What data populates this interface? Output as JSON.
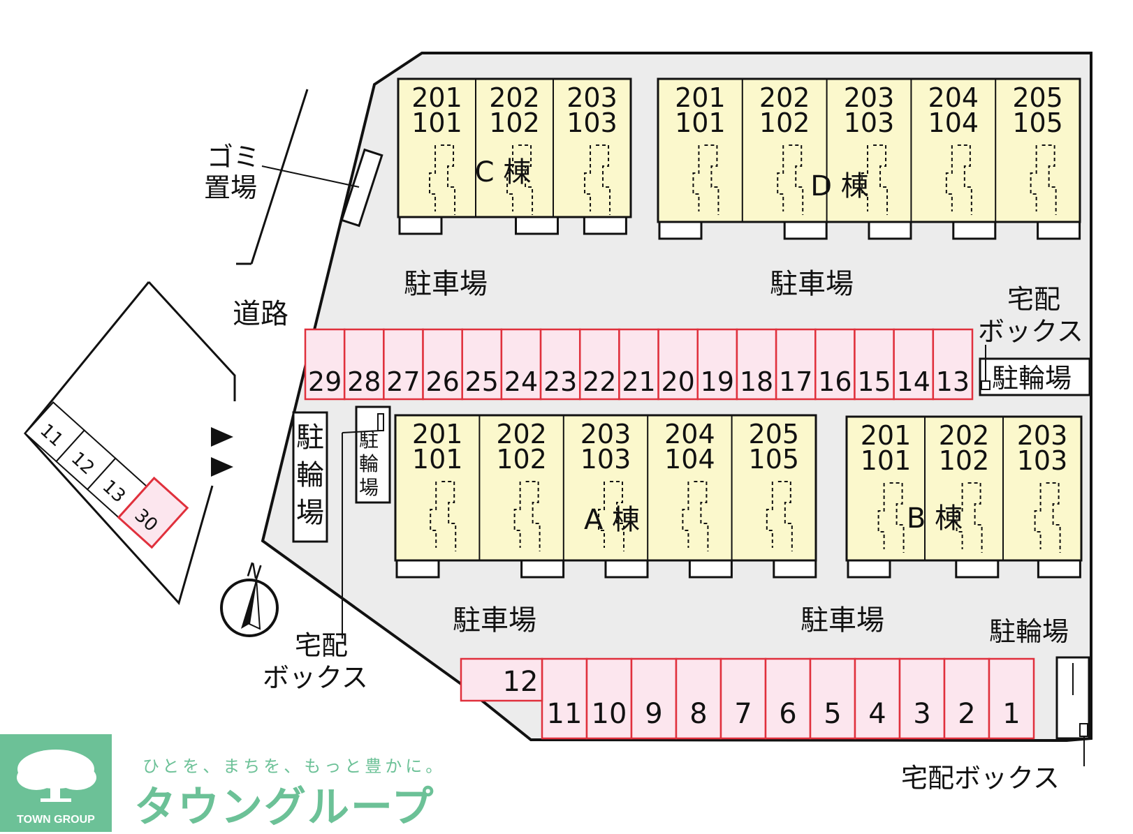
{
  "map": {
    "buildings": [
      {
        "id": "C",
        "label": "C 棟",
        "upper": [
          "201",
          "202",
          "203"
        ],
        "lower": [
          "101",
          "102",
          "103"
        ]
      },
      {
        "id": "D",
        "label": "D 棟",
        "upper": [
          "201",
          "202",
          "203",
          "204",
          "205"
        ],
        "lower": [
          "101",
          "102",
          "103",
          "104",
          "105"
        ]
      },
      {
        "id": "A",
        "label": "A 棟",
        "upper": [
          "201",
          "202",
          "203",
          "204",
          "205"
        ],
        "lower": [
          "101",
          "102",
          "103",
          "104",
          "105"
        ]
      },
      {
        "id": "B",
        "label": "B 棟",
        "upper": [
          "201",
          "202",
          "203"
        ],
        "lower": [
          "101",
          "102",
          "103"
        ]
      }
    ],
    "labels": {
      "garbage": [
        "ゴミ",
        "置場"
      ],
      "road": "道路",
      "parking": "駐車場",
      "bike_parking_h": "駐輪場",
      "bike_parking_v": [
        "駐",
        "輪",
        "場"
      ],
      "delivery_box_lines": [
        "宅配",
        "ボックス"
      ],
      "delivery_box": "宅配ボックス",
      "north": "N"
    },
    "upper_parking_row": [
      "29",
      "28",
      "27",
      "26",
      "25",
      "24",
      "23",
      "22",
      "21",
      "20",
      "19",
      "18",
      "17",
      "16",
      "15",
      "14",
      "13"
    ],
    "lower_parking_row": [
      "11",
      "10",
      "9",
      "8",
      "7",
      "6",
      "5",
      "4",
      "3",
      "2",
      "1"
    ],
    "lower_parking_extra": "12",
    "left_lot_plain": [
      "11",
      "12",
      "13"
    ],
    "left_lot_highlight": "30"
  },
  "logo": {
    "english": "TOWN GROUP",
    "tagline": "ひとを、まちを、もっと豊かに。",
    "brand": "タウングループ"
  },
  "colors": {
    "building_fill": "#fbf8cc",
    "parking_fill": "#fce6ee",
    "parking_stroke": "#e0303c",
    "ground": "#ececec",
    "brand_green": "#6cc197"
  }
}
